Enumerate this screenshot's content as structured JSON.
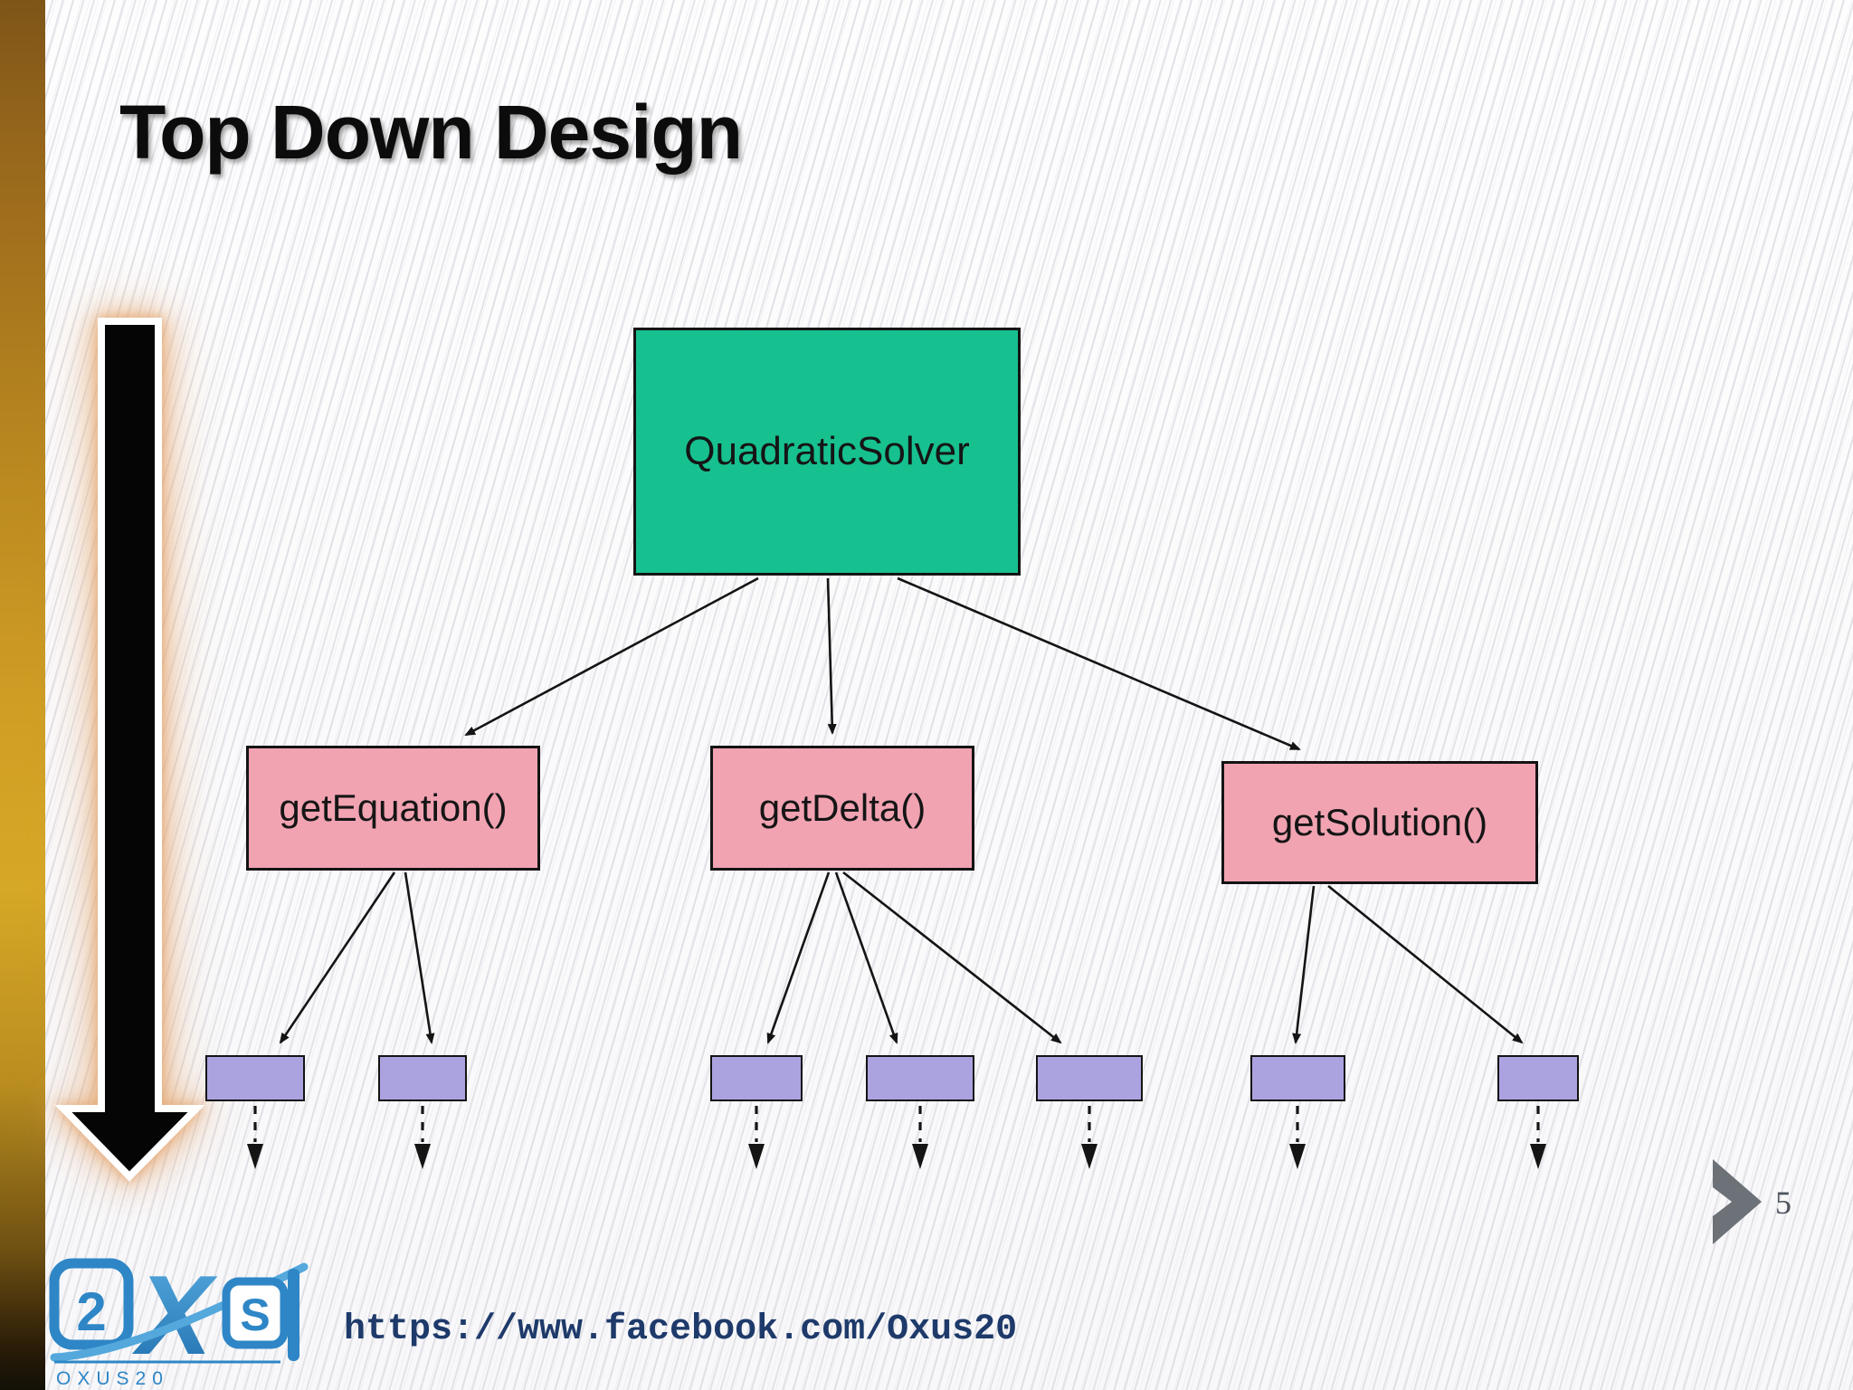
{
  "slide": {
    "title": "Top Down Design",
    "page_number": "5"
  },
  "diagram": {
    "root": {
      "label": "QuadraticSolver"
    },
    "children": [
      {
        "label": "getEquation()",
        "leaves": 2
      },
      {
        "label": "getDelta()",
        "leaves": 3
      },
      {
        "label": "getSolution()",
        "leaves": 2
      }
    ],
    "leaf_boxes_total": 7,
    "leaf_boxes_note": "unlabeled purple boxes, each with a dashed continuation arrow below"
  },
  "footer": {
    "url": "https://www.facebook.com/Oxus20",
    "logo_label": "OXUS20",
    "logo_glyphs": {
      "two": "2",
      "x": "X",
      "s": "S"
    }
  },
  "colors": {
    "root-fill": "#17c08f",
    "child-fill": "#f1a3b2",
    "leaf-fill": "#aba3e0",
    "line-color": "#141414",
    "gold-bar": "#cf9d24",
    "url-color": "#1e3a6a",
    "logo-blue": "#2e86c6",
    "chevron-gray": "#6d7278"
  }
}
